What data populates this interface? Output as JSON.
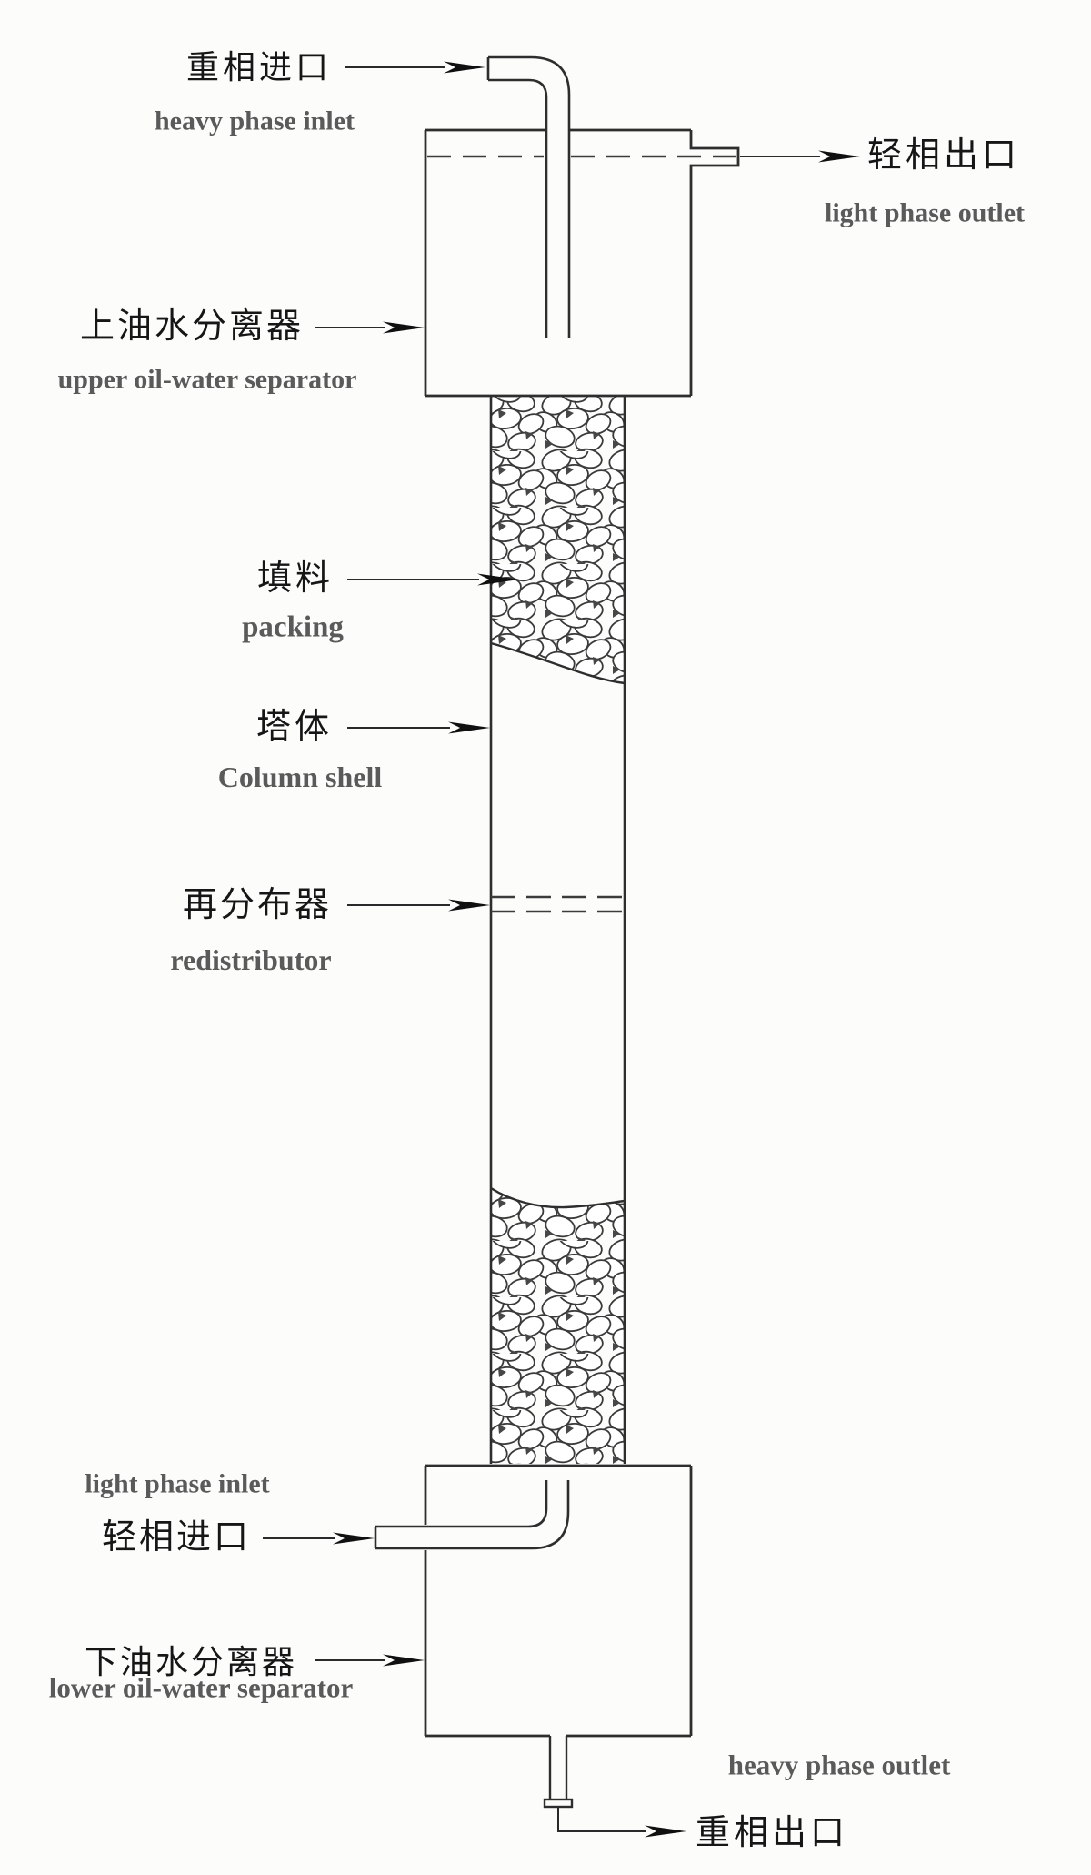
{
  "diagram_title": "packed extraction column with oil-water separators",
  "labels": {
    "heavy_phase_inlet": {
      "zh": "重相进口",
      "en": "heavy phase inlet"
    },
    "light_phase_outlet": {
      "zh": "轻相出口",
      "en": "light phase outlet"
    },
    "upper_separator": {
      "zh": "上油水分离器",
      "en": "upper oil-water separator"
    },
    "packing": {
      "zh": "填料",
      "en": "packing"
    },
    "column_shell": {
      "zh": "塔体",
      "en": "Column shell"
    },
    "redistributor": {
      "zh": "再分布器",
      "en": "redistributor"
    },
    "light_phase_inlet": {
      "zh": "轻相进口",
      "en": "light phase inlet"
    },
    "lower_separator": {
      "zh": "下油水分离器",
      "en": "lower oil-water separator"
    },
    "heavy_phase_outlet": {
      "zh": "重相出口",
      "en": "heavy phase outlet"
    }
  },
  "colors": {
    "line": "#2e2e2e",
    "dash_line": "#3c3c3c",
    "chinese_text": "#161616",
    "english_text": "#5a5a5a",
    "arrowhead": "#101010",
    "background": "#fcfcfa"
  }
}
